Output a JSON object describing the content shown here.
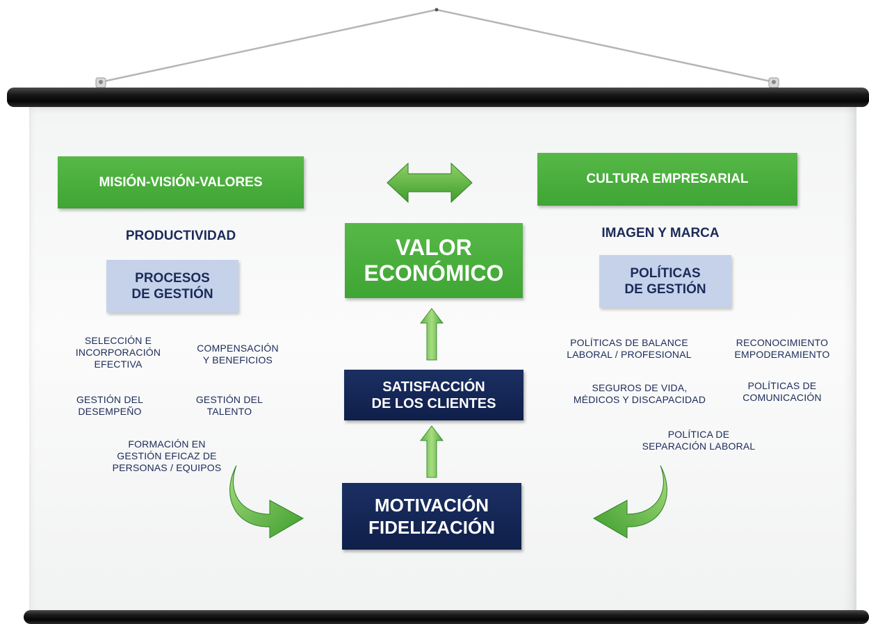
{
  "top_left_box": "MISIÓN-VISIÓN-VALORES",
  "top_right_box": "CULTURA EMPRESARIAL",
  "left": {
    "heading": "PRODUCTIVIDAD",
    "box": "PROCESOS\nDE GESTIÓN",
    "items": [
      "SELECCIÓN E\nINCORPORACIÓN\nEFECTIVA",
      "COMPENSACIÓN\nY BENEFICIOS",
      "GESTIÓN DEL\nDESEMPEÑO",
      "GESTIÓN DEL\nTALENTO",
      "FORMACIÓN EN\nGESTIÓN EFICAZ DE\nPERSONAS / EQUIPOS"
    ]
  },
  "right": {
    "heading": "IMAGEN Y MARCA",
    "box": "POLÍTICAS\nDE GESTIÓN",
    "items": [
      "POLÍTICAS DE BALANCE\nLABORAL / PROFESIONAL",
      "RECONOCIMIENTO\nEMPODERAMIENTO",
      "SEGUROS DE VIDA,\nMÉDICOS Y DISCAPACIDAD",
      "POLÍTICAS DE\nCOMUNICACIÓN",
      "POLÍTICA DE\nSEPARACIÓN LABORAL"
    ]
  },
  "center": {
    "valor": "VALOR\nECONÓMICO",
    "satisfaccion": "SATISFACCIÓN\nDE LOS CLIENTES",
    "motivacion": "MOTIVACIÓN\nFIDELIZACIÓN"
  },
  "colors": {
    "green": "#43a838",
    "navy": "#13255a",
    "light_blue": "#c5d2ea",
    "text_navy": "#1b2a58"
  },
  "icons": [
    "double-arrow-icon",
    "up-arrow-icon",
    "curved-arrow-icon"
  ]
}
